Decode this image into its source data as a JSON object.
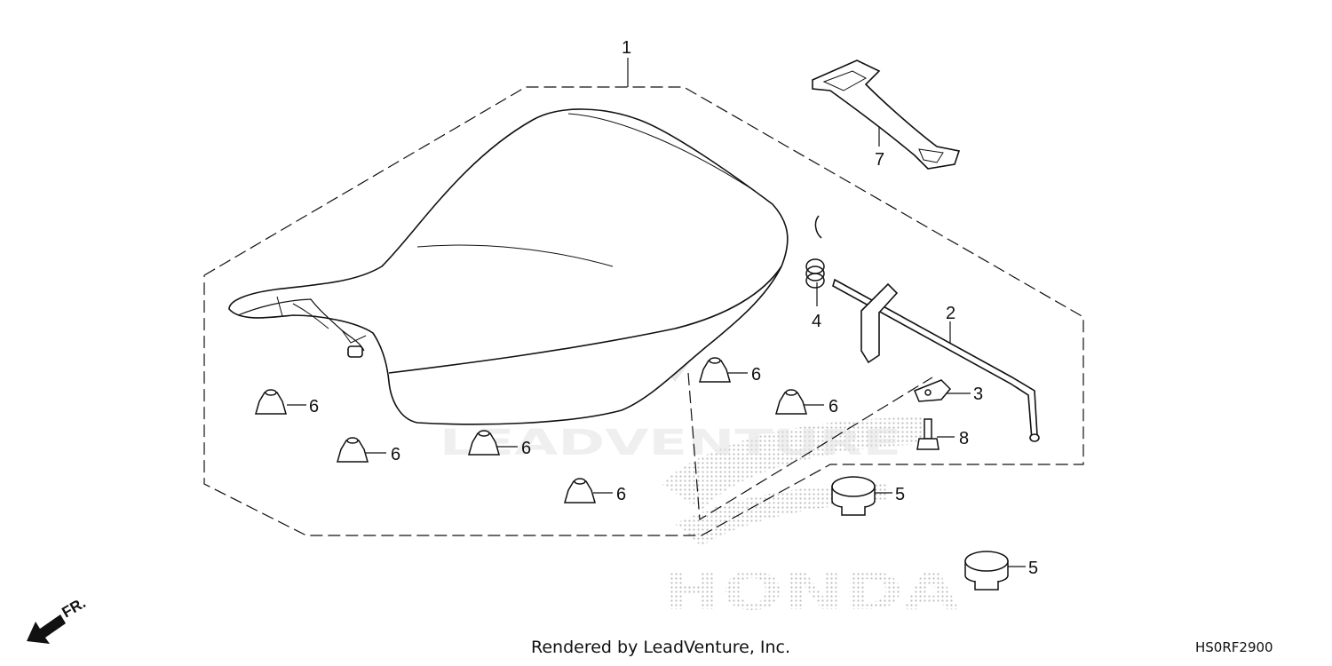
{
  "diagram": {
    "callouts": {
      "seat": "1",
      "rod": "2",
      "clip": "3",
      "spring": "4",
      "cushion_a": "5",
      "cushion_b": "5",
      "rubber_a": "6",
      "rubber_b": "6",
      "rubber_c": "6",
      "rubber_d": "6",
      "rubber_e": "6",
      "rubber_f": "6",
      "strap": "7",
      "bolt": "8"
    },
    "front_indicator": "FR.",
    "watermarks": {
      "brand": "HONDA",
      "vendor": "LEADVENTURE"
    }
  },
  "footer": {
    "credit": "Rendered by LeadVenture, Inc.",
    "code": "HS0RF2900"
  },
  "colors": {
    "line": "#111111",
    "watermark": "#c8c8c8"
  }
}
